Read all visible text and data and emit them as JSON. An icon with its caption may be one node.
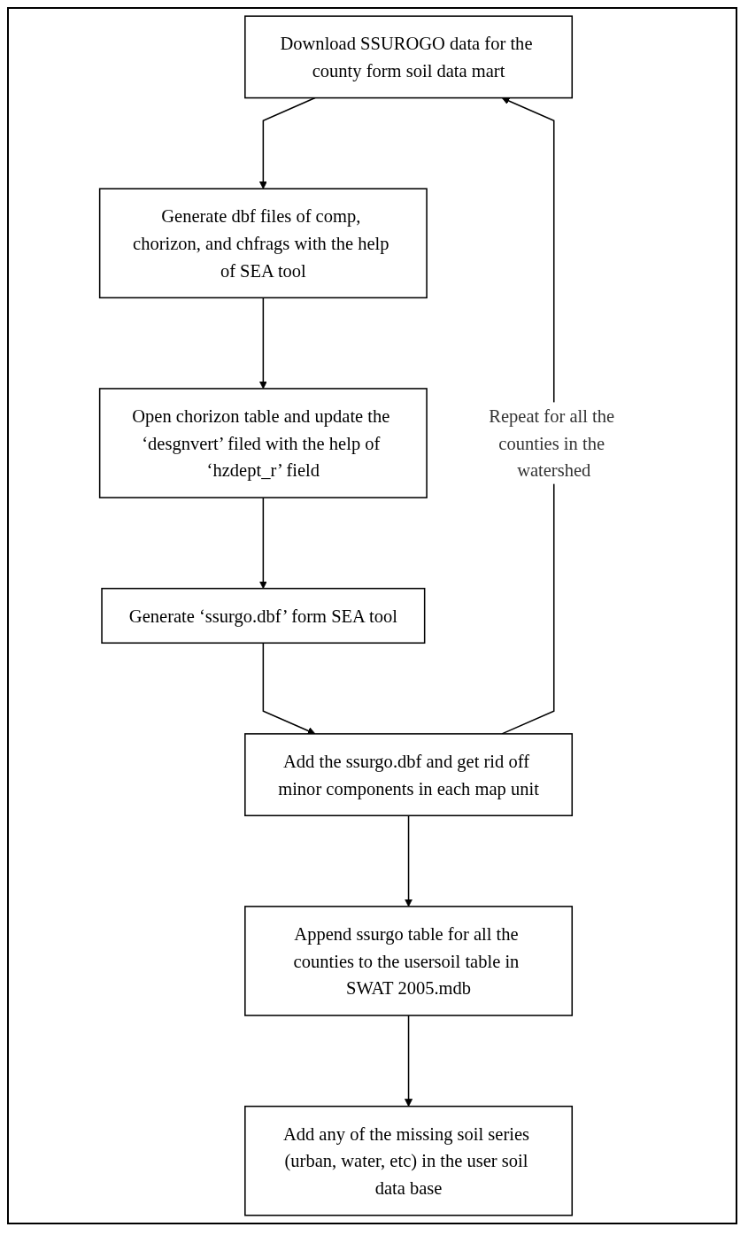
{
  "diagram": {
    "nodes": [
      {
        "text": [
          "Download SSUROGO data for the county form soil data mart"
        ]
      },
      {
        "text": [
          "Generate dbf files of comp, chorizon, and chfrags with the help of SEA tool"
        ]
      },
      {
        "text": [
          "Open chorizon table and update the ‘desgnvert’ filed with the help of ‘hzdept_r’ field"
        ]
      },
      {
        "text": [
          "Generate ‘ssurgo.dbf’ form SEA tool"
        ]
      },
      {
        "text": [
          "Add the ssurgo.dbf and get rid off minor components in each map unit"
        ]
      },
      {
        "text": [
          "Append ssurgo table for all the counties to the usersoil table in SWAT 2005.mdb"
        ]
      },
      {
        "text": [
          "Add any of the missing soil series (urban, water, etc) in the user soil data base"
        ]
      }
    ],
    "edges": [
      {
        "from": 0,
        "to": 1,
        "arrow": "to"
      },
      {
        "from": 1,
        "to": 2,
        "arrow": "to"
      },
      {
        "from": 2,
        "to": 3,
        "arrow": "to"
      },
      {
        "from": 3,
        "to": 4,
        "arrow": "to"
      },
      {
        "from": 4,
        "to": 0,
        "arrow": "to",
        "label": "Repeat for all the counties in the watershed"
      },
      {
        "from": 4,
        "to": 5,
        "arrow": "to"
      },
      {
        "from": 5,
        "to": 6,
        "arrow": "to"
      }
    ]
  }
}
